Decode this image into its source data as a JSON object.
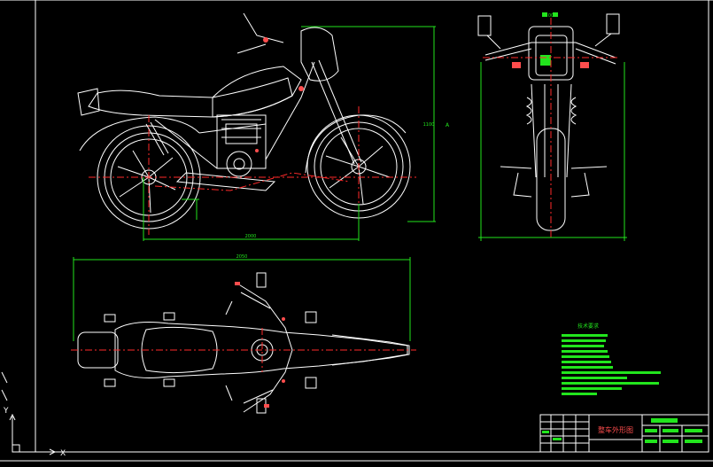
{
  "colors": {
    "background": "#000000",
    "frame": "#ffffff",
    "geometry": "#ffffff",
    "centerline": "#ff2a2a",
    "dimension": "#22e51d",
    "highlight_fill": "#22e51d",
    "part_accent": "#ff4d4d"
  },
  "drawing": {
    "views": [
      "side-elevation",
      "front-elevation",
      "top-plan"
    ],
    "title_block_caption": "整车外形图",
    "tech_requirements_heading": "技术要求",
    "dim_side_length": "2000",
    "dim_side_height": "1100",
    "dim_side_aux": "A",
    "dim_top_length": "2050",
    "front_view_top_label": "00"
  },
  "ucs": {
    "x_label": "X",
    "y_label": "Y"
  }
}
